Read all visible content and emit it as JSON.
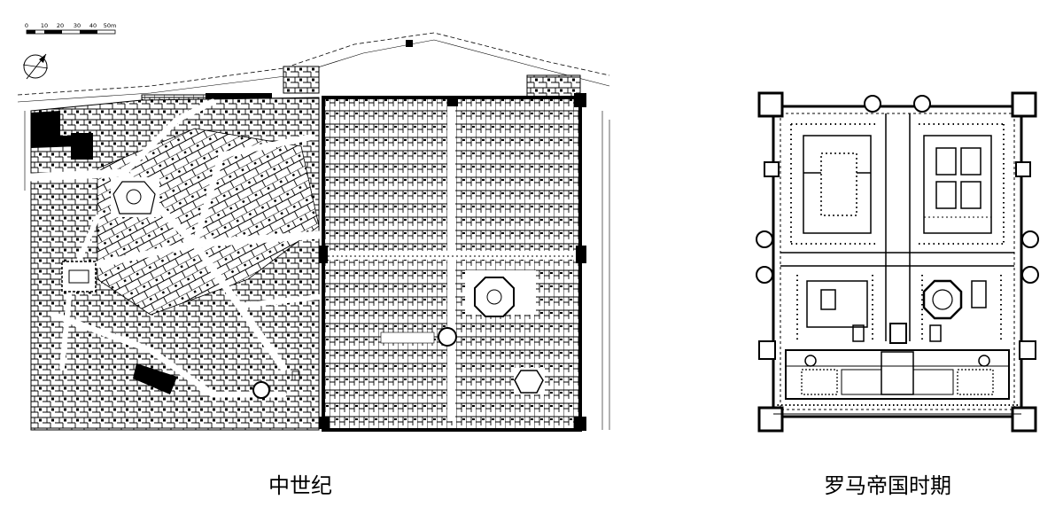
{
  "plans": {
    "medieval": {
      "caption": "中世纪",
      "scale_bar": {
        "labels": [
          "0",
          "10",
          "20",
          "30",
          "40",
          "50m"
        ]
      }
    },
    "roman": {
      "caption": "罗马帝国时期"
    }
  },
  "colors": {
    "ink": "#000000",
    "paper": "#ffffff",
    "hatch": "#555555"
  },
  "icons": [
    "north-arrow-icon"
  ]
}
